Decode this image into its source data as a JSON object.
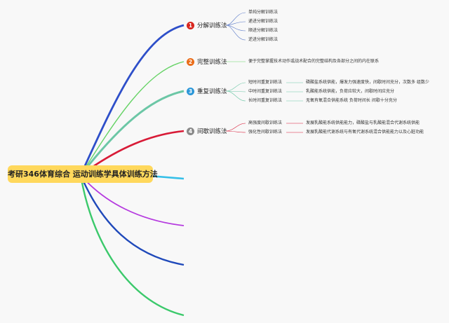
{
  "title": "考研346体育综合 运动训练学具体训练方法",
  "branches": [
    {
      "num": "1",
      "label": "分解训练法",
      "color": "#d8261e",
      "children": [
        "单纯分解训练法",
        "递进分解训练法",
        "顺进分解训练法",
        "逆进分解训练法"
      ]
    },
    {
      "num": "2",
      "label": "完整训练法",
      "color": "#ea6c18",
      "children": [
        "便于完整掌握技术动作或战术配合的完整结构及各部分之间的内在联系"
      ]
    },
    {
      "num": "3",
      "label": "重复训练法",
      "color": "#2a96d8",
      "children": [
        "短时间重复训练法",
        "中时间重复训练法",
        "长时间重复训练法"
      ],
      "details": [
        "磷酸盐系统供能，爆发力强速度快，间歇时间充分，次数多 组数少",
        "乳酸能系统供能，负荷应较大，间歇时间应充分",
        "无氧有氧混合供能系统 负荷时间长 间歇十分充分"
      ]
    },
    {
      "num": "4",
      "label": "间歇训练法",
      "color": "#8a8a8a",
      "children": [
        "高强度间歇训练法",
        "强化性间歇训练法"
      ],
      "details": [
        "发展乳酸能系统供能能力，磷酸盐与乳酸能混合代谢系统供能",
        "发展乳酸能代谢系统与有氧代谢系统混合供能能力以及心脏功能"
      ]
    }
  ],
  "colors": {
    "central": "#ffd85c",
    "branch1": "#2e4fc9",
    "branch2": "#66d366",
    "branch3": "#6cc7a6",
    "branch4": "#d81b37",
    "branch5": "#35bfe8",
    "branch6": "#b53adf",
    "branch7": "#1f49ba",
    "branch8": "#3bc96b"
  }
}
